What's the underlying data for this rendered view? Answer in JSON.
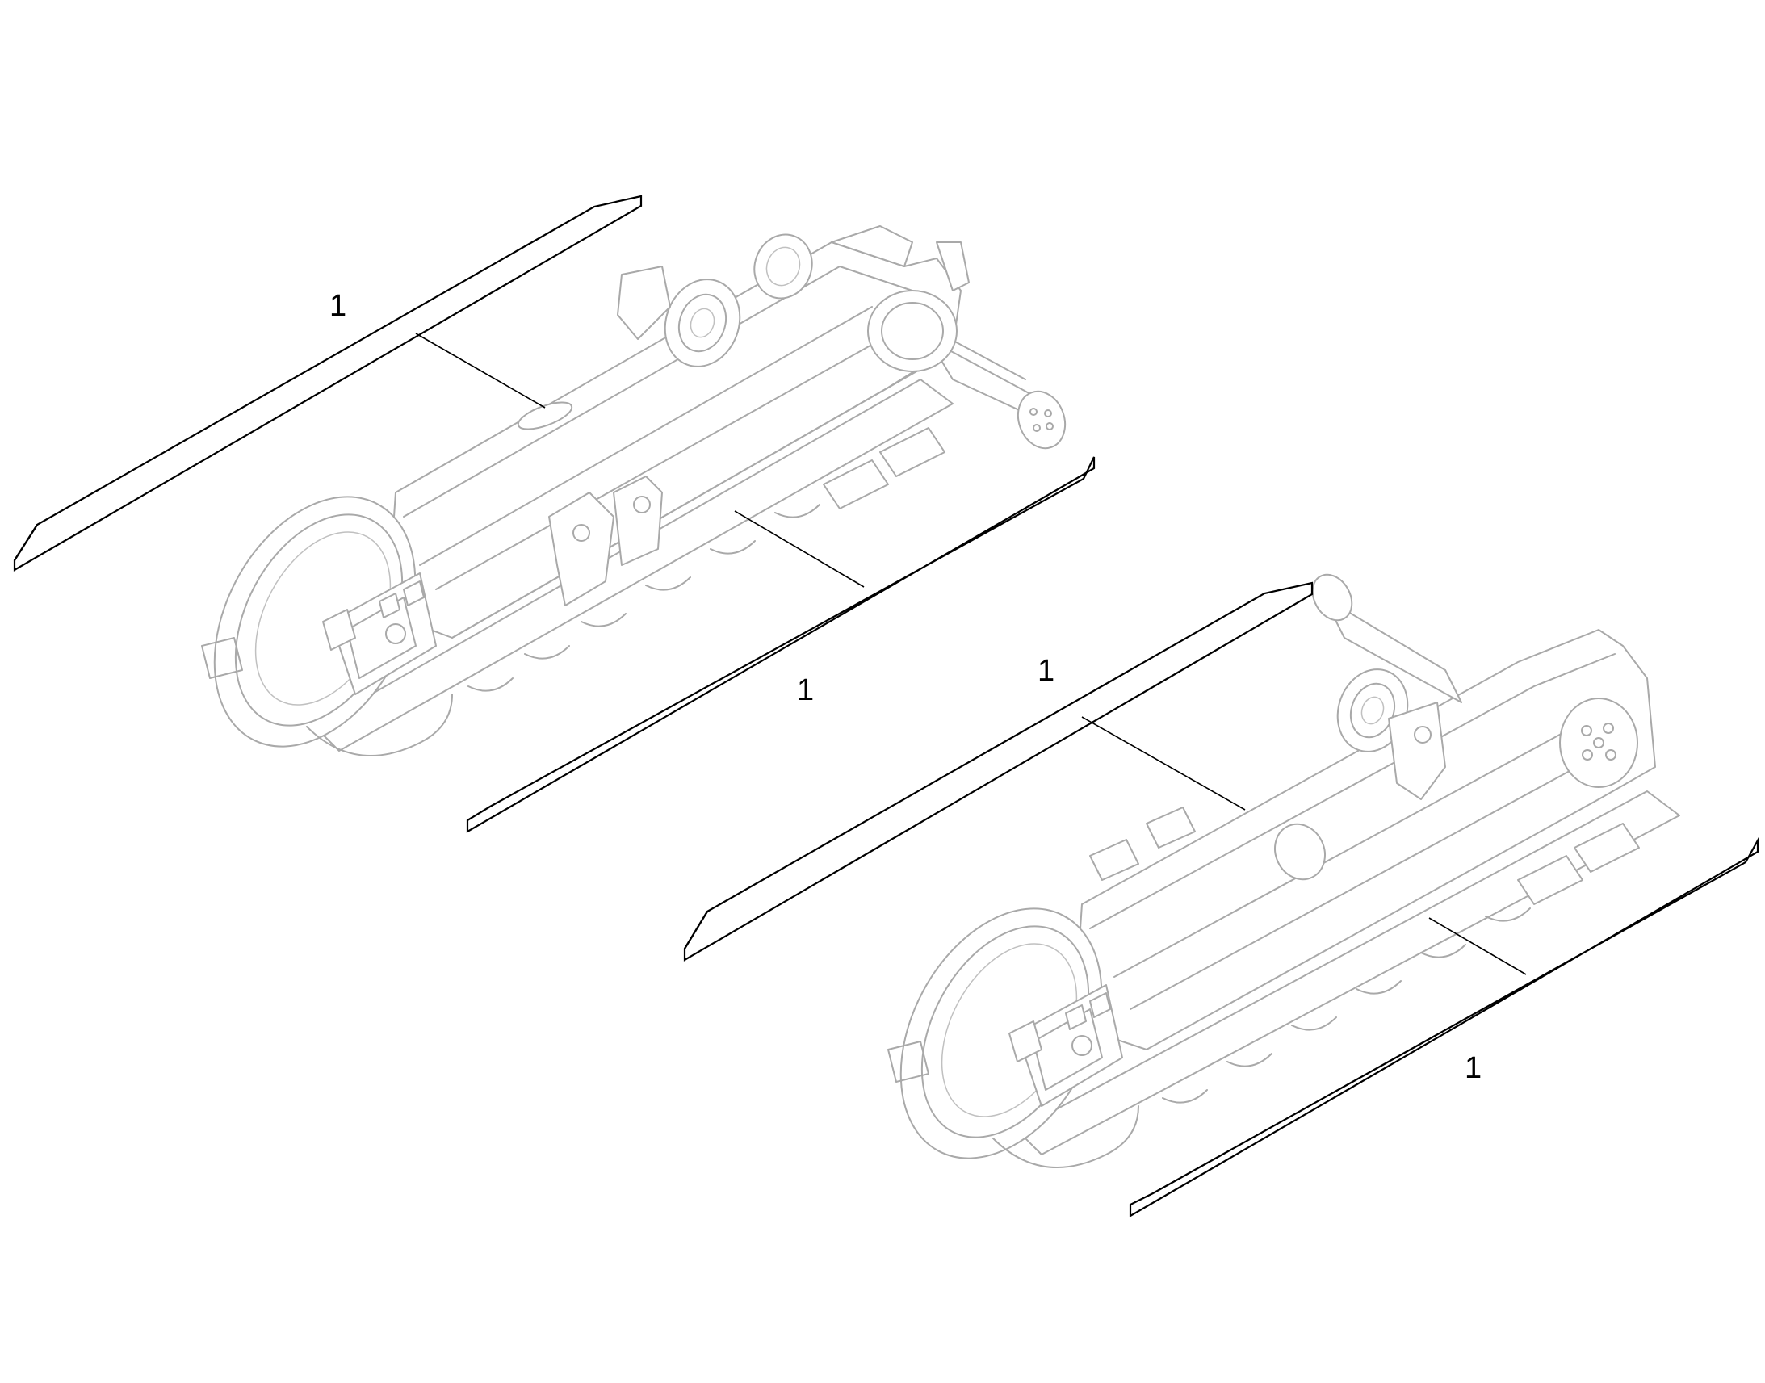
{
  "callouts": {
    "c1": "1",
    "c2": "1",
    "c3": "1",
    "c4": "1"
  },
  "colors": {
    "frame_stroke": "#a9a9a9",
    "strip_stroke": "#000000",
    "background": "#ffffff"
  }
}
